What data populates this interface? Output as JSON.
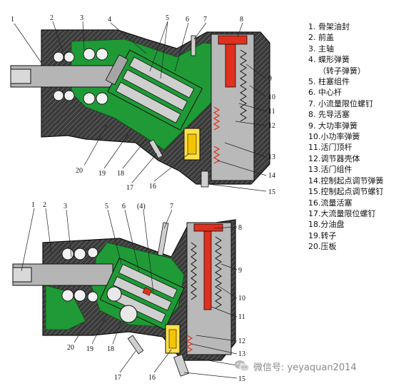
{
  "colors": {
    "green": "#1f9a36",
    "housing": "#3a3a3a",
    "gray": "#a9a9a9",
    "red": "#e0301e",
    "yellow": "#ffe04a",
    "leader": "#222222"
  },
  "top_callouts": [
    "1",
    "2",
    "3",
    "4",
    "5",
    "6",
    "7",
    "8",
    "9",
    "10",
    "11",
    "12",
    "13",
    "14",
    "15",
    "16",
    "17",
    "18",
    "19",
    "20"
  ],
  "bottom_callouts": [
    "1",
    "2",
    "3",
    "5",
    "6",
    "(4)",
    "7",
    "8",
    "9",
    "10",
    "11",
    "12",
    "13",
    "14",
    "15",
    "16",
    "17",
    "18",
    "19",
    "20"
  ],
  "legend": [
    {
      "num": "1.",
      "text": "骨架油封"
    },
    {
      "num": "2.",
      "text": "前盖"
    },
    {
      "num": "3.",
      "text": "主轴"
    },
    {
      "num": "4.",
      "text": "蝶形弹簧"
    },
    {
      "num": "",
      "text": "（转子弹簧）"
    },
    {
      "num": "5.",
      "text": "柱塞组件"
    },
    {
      "num": "6.",
      "text": "中心杆"
    },
    {
      "num": "7.",
      "text": "小流量限位螺钉"
    },
    {
      "num": "8.",
      "text": "先导活塞"
    },
    {
      "num": "9.",
      "text": "大功率弹簧"
    },
    {
      "num": "10.",
      "text": "小功率弹簧"
    },
    {
      "num": "11.",
      "text": "活门顶杆"
    },
    {
      "num": "12.",
      "text": "调节器壳体"
    },
    {
      "num": "13.",
      "text": "活门组件"
    },
    {
      "num": "14.",
      "text": "控制起点调节弹簧"
    },
    {
      "num": "15.",
      "text": "控制起点调节螺钉"
    },
    {
      "num": "16.",
      "text": "流量活塞"
    },
    {
      "num": "17.",
      "text": "大流量限位螺钉"
    },
    {
      "num": "18.",
      "text": "分油盘"
    },
    {
      "num": "19.",
      "text": "转子"
    },
    {
      "num": "20.",
      "text": "压板"
    }
  ],
  "watermark": {
    "text": "微信号: yeyaquan2014",
    "icon": "wechat-icon"
  }
}
